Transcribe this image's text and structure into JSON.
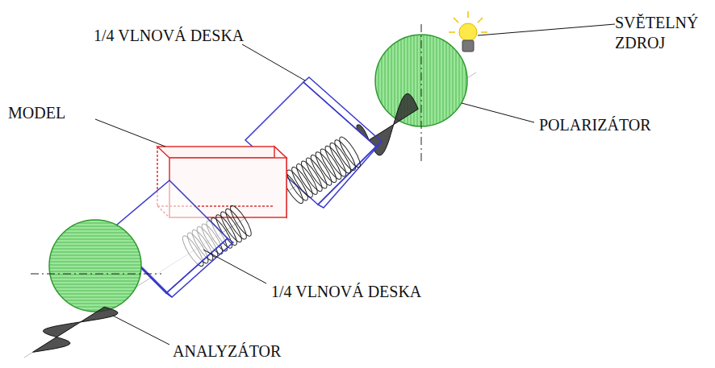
{
  "diagram": {
    "labels": [
      "1/4 VLNOVÁ DESKA",
      "MODEL",
      "SVĚTELNÝ ZDROJ",
      "POLARIZÁTOR",
      "1/4 VLNOVÁ DESKA",
      "ANALYZÁTOR"
    ]
  }
}
